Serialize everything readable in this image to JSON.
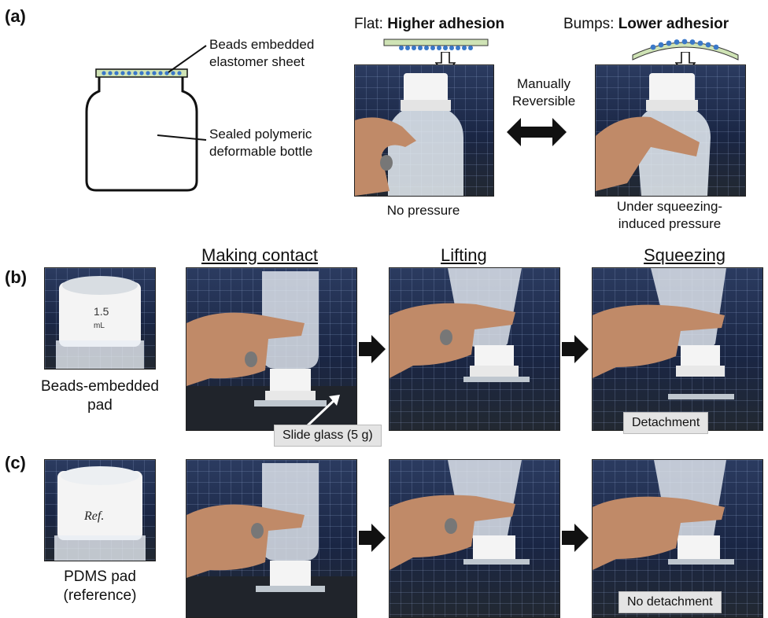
{
  "panels": {
    "a": {
      "label": "(a)",
      "annot_pad": [
        "Beads embedded",
        "elastomer sheet"
      ],
      "annot_bottle": [
        "Sealed polymeric",
        "deformable bottle"
      ],
      "flat_title_prefix": "Flat: ",
      "flat_title_bold": "Higher adhesion",
      "bumps_title_prefix": "Bumps: ",
      "bumps_title_bold": "Lower adhesior",
      "reversible": [
        "Manually",
        "Reversible"
      ],
      "caption_left": "No pressure",
      "caption_right": [
        "Under squeezing-",
        "induced pressure"
      ]
    },
    "b": {
      "label": "(b)",
      "pad_caption": [
        "Beads-embedded",
        "pad"
      ],
      "cap_text": [
        "1.5",
        "mL"
      ],
      "col_titles": [
        "Making contact",
        "Lifting",
        "Squeezing"
      ],
      "slide_label": "Slide glass (5 g)",
      "detach_label": "Detachment"
    },
    "c": {
      "label": "(c)",
      "pad_caption": [
        "PDMS pad",
        "(reference)"
      ],
      "ref_text": "Ref.",
      "no_detach_label": "No detachment"
    }
  },
  "colors": {
    "background_board": "#1c2a4a",
    "skin": "#c08a68",
    "bottle": "#e8eef4",
    "cap": "#f4f4f4",
    "label_box": "#e4e4e4",
    "sheet_green": "#cfe3b5",
    "beads_blue": "#3a78c8"
  }
}
